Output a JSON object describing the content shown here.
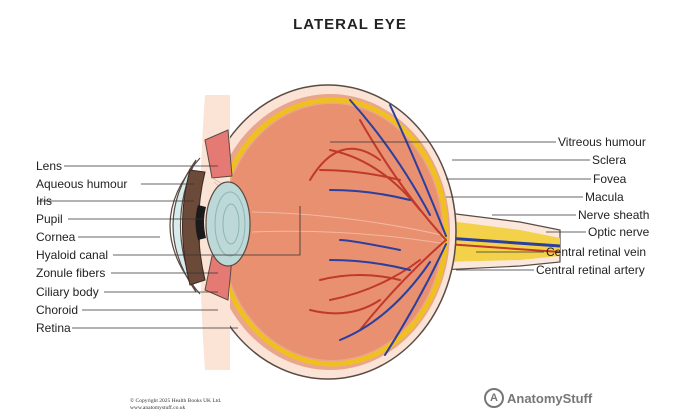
{
  "title": "LATERAL EYE",
  "labels_left": [
    "Lens",
    "Aqueous humour",
    "Iris",
    "Pupil",
    "Cornea",
    "Hyaloid canal",
    "Zonule fibers",
    "Ciliary body",
    "Choroid",
    "Retina"
  ],
  "labels_right": [
    "Vitreous humour",
    "Sclera",
    "Fovea",
    "Macula",
    "Nerve sheath",
    "Optic nerve",
    "Central retinal vein",
    "Central retinal artery"
  ],
  "copyright": {
    "line1": "© Copyright 2025 Health Books UK Ltd.",
    "line2": "www.anatomystuff.co.uk"
  },
  "brand": {
    "name": "AnatomyStuff",
    "logo_letter": "A"
  },
  "colors": {
    "sclera_outline": "#5a4a44",
    "choroid": "#e9a58e",
    "retina": "#f0c020",
    "vitreous": "#e89070",
    "artery": "#c0392b",
    "vein": "#2c3e9e",
    "iris": "#6b4a3a",
    "cornea": "#d7ecec",
    "lens": "#bcd9d8"
  }
}
